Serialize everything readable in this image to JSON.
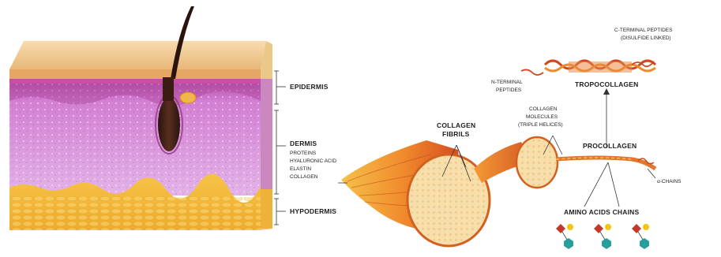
{
  "skin_labels": {
    "epidermis": "EPIDERMIS",
    "dermis": "DERMIS",
    "dermis_components": [
      "PROTEINS",
      "HYALURONIC ACID",
      "ELASTIN",
      "COLLAGEN"
    ],
    "hypodermis": "HYPODERMIS"
  },
  "collagen_labels": {
    "collagen_fibrils": [
      "COLLAGEN",
      "FIBRILS"
    ],
    "collagen_molecules": [
      "COLLAGEN",
      "MOLECULES",
      "(TRIPLE HELICES)"
    ],
    "procollagen": "PROCOLLAGEN",
    "tropocollagen": "TROPOCOLLAGEN",
    "n_terminal": [
      "N-TERMINAL",
      "PEPTIDES"
    ],
    "c_terminal": [
      "C-TERMINAL PEPTIDES",
      "(DISULFIDE LINKED)"
    ],
    "alpha_chains": "α-CHAINS",
    "amino_acids_chains": "AMINO ACIDS CHAINS"
  },
  "colors": {
    "epidermis_top": "#f5d9a8",
    "epidermis_band": "#d9b57a",
    "dermis": "#d28ad8",
    "dermis_deep": "#a9459e",
    "hypodermis": "#f2c64a",
    "fiber_orange": "#f08a2c",
    "fiber_dark": "#d1461e",
    "fibril_cross": "#f4d9a3",
    "amino_red": "#c0392b",
    "amino_yellow": "#f1c40f",
    "amino_teal": "#2a9d9b"
  }
}
